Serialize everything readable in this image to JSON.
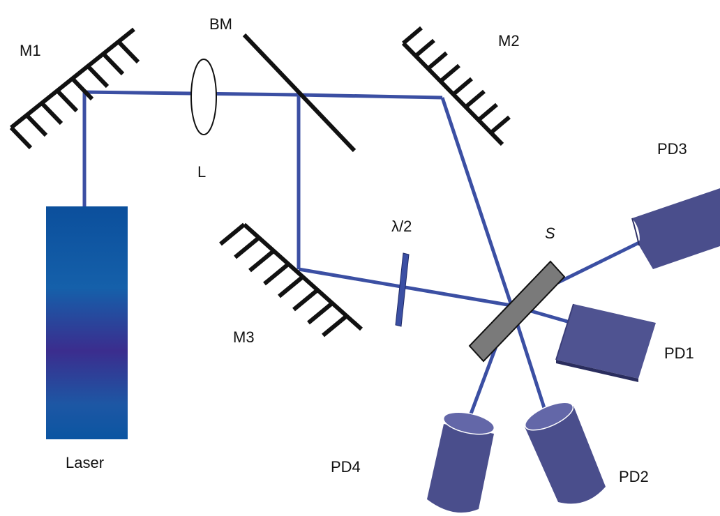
{
  "labels": {
    "m1": "M1",
    "bm": "BM",
    "m2": "M2",
    "l": "L",
    "pd3": "PD3",
    "half_wave": "λ/2",
    "s": "S",
    "m3": "M3",
    "pd1": "PD1",
    "laser": "Laser",
    "pd4": "PD4",
    "pd2": "PD2"
  },
  "colors": {
    "beam": "#3b4fa3",
    "detector": "#4a4e8c",
    "detector_top": "#5e63a6",
    "sample": "#7a7a7a",
    "waveplate": "#3b4fa3",
    "mirror": "#111111",
    "laser_top": "#0a4f9a",
    "laser_mid": "#3a3090"
  }
}
